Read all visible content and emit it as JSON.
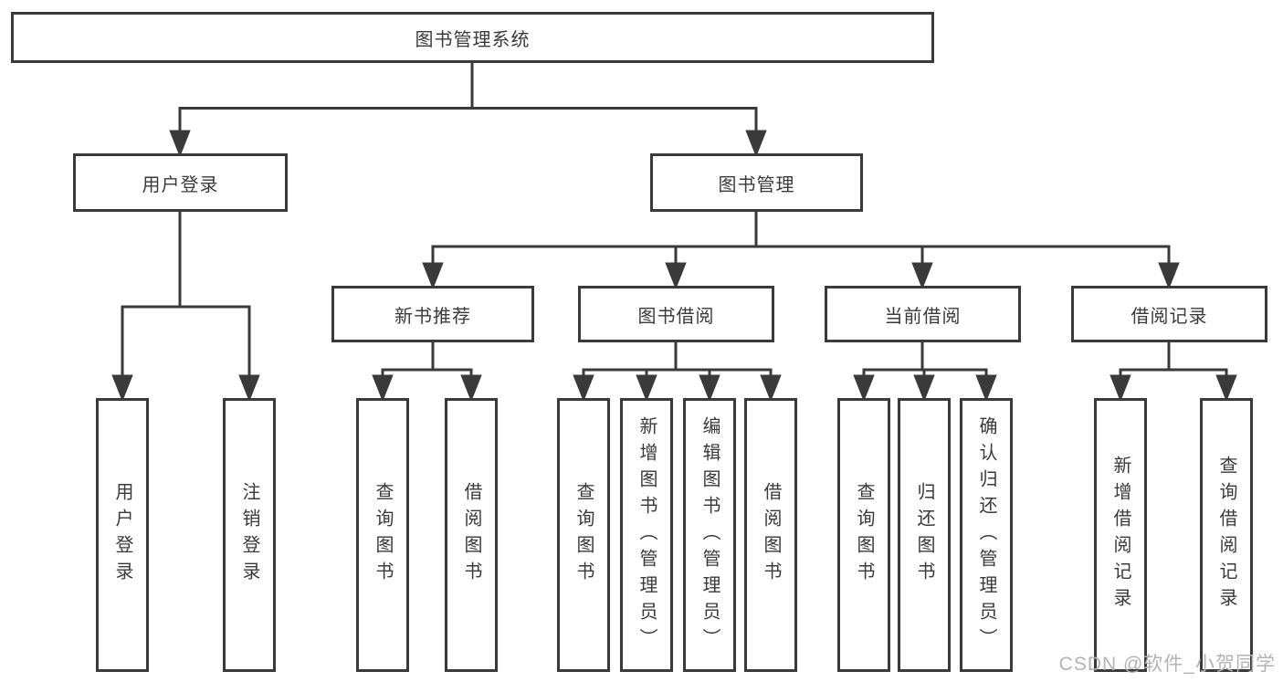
{
  "diagram": {
    "title": "图书管理系统",
    "level2": [
      {
        "label": "用户登录"
      },
      {
        "label": "图书管理"
      }
    ],
    "level3": [
      {
        "label": "新书推荐"
      },
      {
        "label": "图书借阅"
      },
      {
        "label": "当前借阅"
      },
      {
        "label": "借阅记录"
      }
    ],
    "leaves": {
      "user_login": [
        "用户登录",
        "注销登录"
      ],
      "new_books": [
        "查询图书",
        "借阅图书"
      ],
      "book_borrow": [
        "查询图书",
        "新增图书（管理员）",
        "编辑图书（管理员）",
        "借阅图书"
      ],
      "current_borrow": [
        "查询图书",
        "归还图书",
        "确认归还（管理员）"
      ],
      "borrow_records": [
        "新增借阅记录",
        "查询借阅记录"
      ]
    },
    "line_color": "#3a3a3a"
  },
  "watermark": "CSDN @软件_小贺同学"
}
